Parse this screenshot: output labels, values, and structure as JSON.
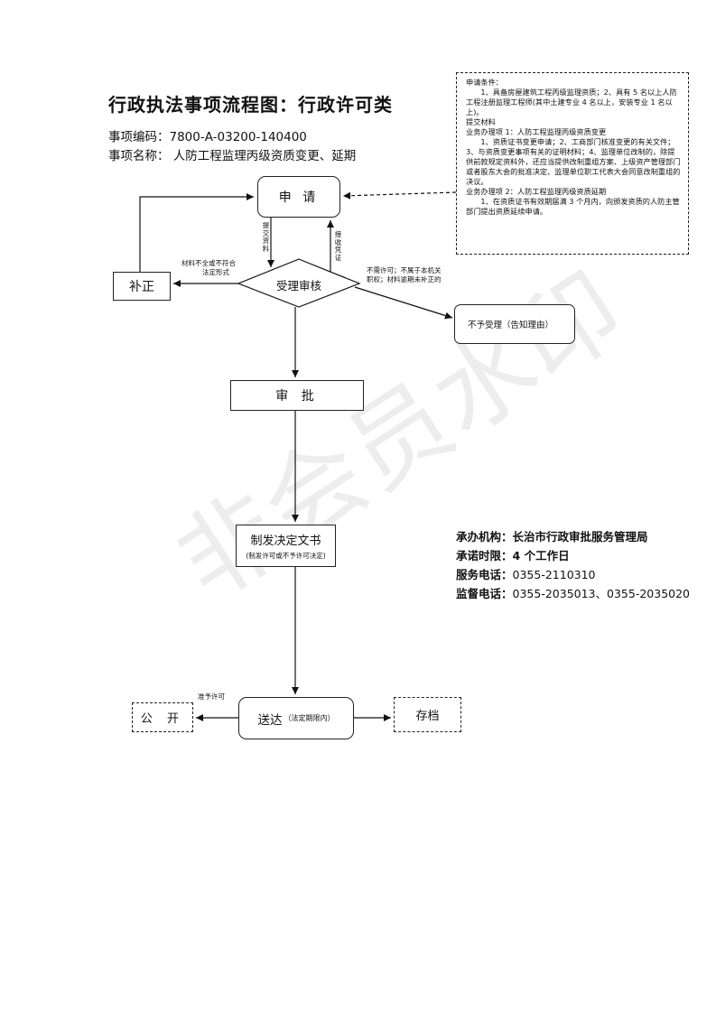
{
  "header": {
    "title": "行政执法事项流程图：行政许可类",
    "code_label": "事项编码：",
    "code": "7800-A-03200-140400",
    "name_label": "事项名称：",
    "name": "人防工程监理丙级资质变更、延期"
  },
  "conditions": {
    "lines": [
      {
        "text": "申请条件：",
        "indent": false
      },
      {
        "text": "1、具备房屋建筑工程丙级监理资质；2、具有 5 名以上人防工程注册监理工程师(其中土建专业 4 名以上，安装专业 1 名以上)。",
        "indent": true
      },
      {
        "text": "提交材料",
        "indent": false
      },
      {
        "text": "业务办理项 1：人防工程监理丙级资质变更",
        "indent": false
      },
      {
        "text": "1、资质证书变更申请；2、工商部门核准变更的有关文件；3、与资质变更事项有关的证明材料；4、监理单位改制的，除提供前款规定资料外，还应当提供改制重组方案、上级资产管理部门或者股东大会的批准决定、监理单位职工代表大会同意改制重组的决议。",
        "indent": true
      },
      {
        "text": "业务办理项 2：人防工程监理丙级资质延期",
        "indent": false
      },
      {
        "text": "1、在资质证书有效期届满 3 个月内，向颁发资质的人防主管部门提出资质延续申请。",
        "indent": true
      }
    ]
  },
  "nodes": {
    "apply": "申 请",
    "supplement": "补正",
    "review": "受理审核",
    "reject": "不予受理（告知理由）",
    "approve": "审 批",
    "issue": "制发决定文书",
    "issue_note": "(制发许可或不予许可决定)",
    "deliver": "送达",
    "deliver_note": "（法定期限内）",
    "public": "公 开",
    "archive": "存档"
  },
  "labels": {
    "submit": "提交资料",
    "receive": "接收凭证",
    "incomplete_line1": "材料不全或不符合",
    "incomplete_line2": "法定形式",
    "reject_line1": "不需许可；不属于本机关",
    "reject_line2": "职权；材料逾期未补正的",
    "grant": "准予许可"
  },
  "info": {
    "agency_label": "承办机构：",
    "agency": "长治市行政审批服务管理局",
    "time_label": "承诺时限：",
    "time": "4 个工作日",
    "phone_label": "服务电话：",
    "phone": "0355-2110310",
    "supervise_label": "监督电话：",
    "supervise": "0355-2035013、0355-2035020"
  },
  "watermark": "非会员水印"
}
